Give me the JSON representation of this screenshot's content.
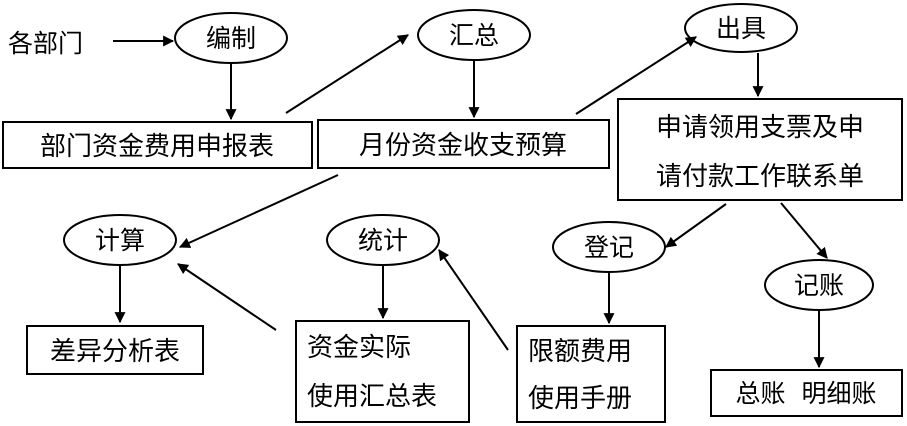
{
  "source_label": "各部门",
  "ellipses": {
    "bianzhi": "编制",
    "huizong": "汇总",
    "chuju": "出具",
    "jisuan": "计算",
    "tongji": "统计",
    "dengji": "登记",
    "jizhang": "记账"
  },
  "boxes": {
    "baobiao": [
      "部门资金费用申报表"
    ],
    "yusuan": [
      "月份资金收支预算"
    ],
    "shenqing": [
      "申请领用支票及申",
      "请付款工作联系单"
    ],
    "chayi": [
      "差异分析表"
    ],
    "shiji": [
      "资金实际",
      "使用汇总表"
    ],
    "xiane": [
      "限额费用",
      "使用手册"
    ],
    "zhangbu": [
      "总账  明细账"
    ]
  }
}
